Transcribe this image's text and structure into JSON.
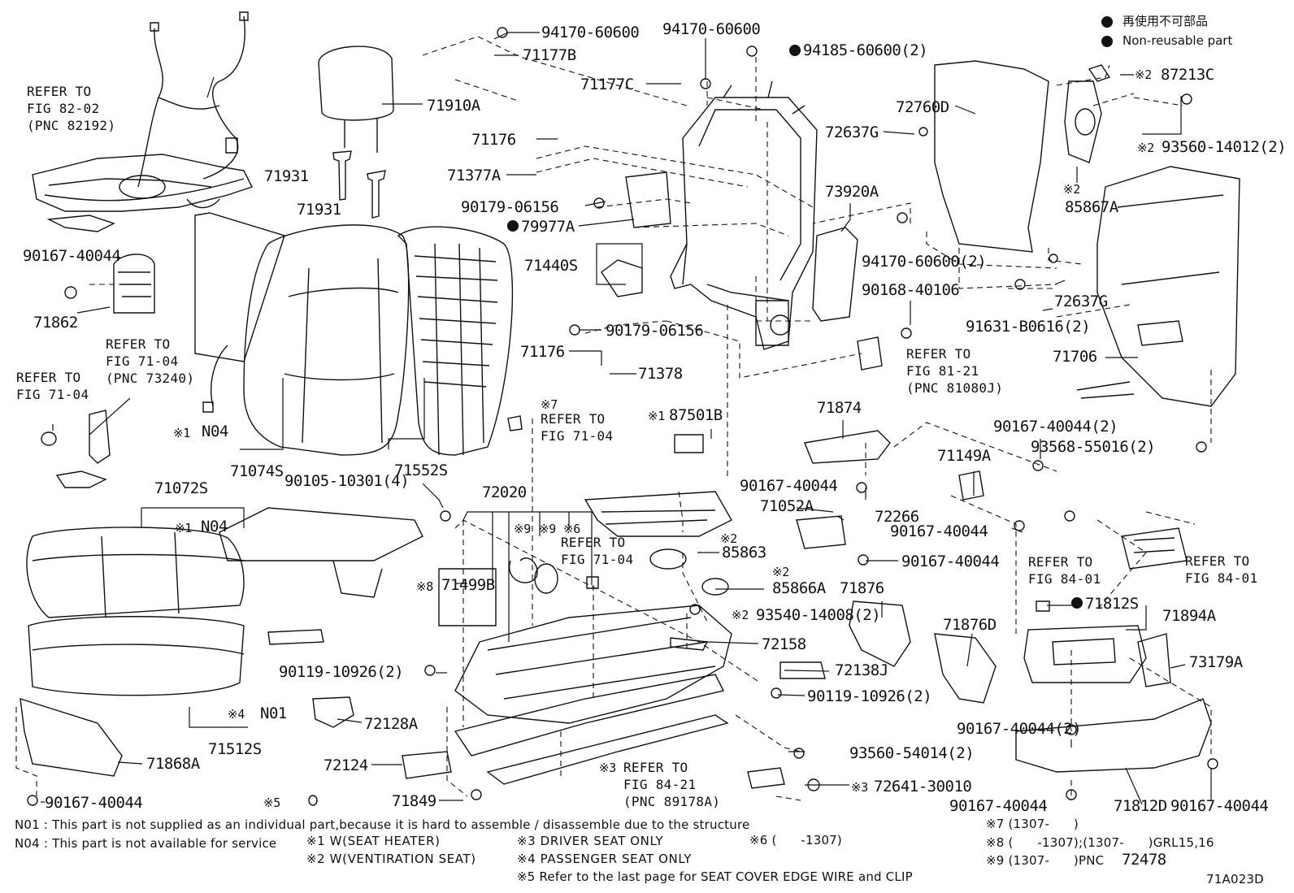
{
  "legend": {
    "japanese": "再使用不可部品",
    "english": "Non-reusable part",
    "marker_color": "#111111"
  },
  "parts": {
    "p94170_60600_a": "94170-60600",
    "p71177B": "71177B",
    "p94170_60600_b": "94170-60600",
    "p94185_60600": "94185-60600(2)",
    "p71177C": "71177C",
    "p71910A": "71910A",
    "p71176_a": "71176",
    "p72760D": "72760D",
    "p87213C": "87213C",
    "p93560_14012": "93560-14012(2)",
    "p72637G_a": "72637G",
    "p71377A": "71377A",
    "p71931_a": "71931",
    "p71931_b": "71931",
    "p90179_06156_a": "90179-06156",
    "p79977A": "79977A",
    "p73920A": "73920A",
    "p85867A": "85867A",
    "p90167_40044_a": "90167-40044",
    "p71440S": "71440S",
    "p94170_60600_c": "94170-60600(2)",
    "p72637G_b": "72637G",
    "p90168_40106": "90168-40106",
    "p91631_B0616": "91631-B0616(2)",
    "p71862": "71862",
    "p90179_06156_b": "90179-06156",
    "p71706": "71706",
    "p71176_b": "71176",
    "p71378": "71378",
    "p87501B": "87501B",
    "p71874": "71874",
    "pN04_a": "N04",
    "p90167_40044_2a": "90167-40044(2)",
    "p71074S": "71074S",
    "p71552S": "71552S",
    "p93568_55016": "93568-55016(2)",
    "p71149A": "71149A",
    "p90105_10301": "90105-10301(4)",
    "p72020": "72020",
    "p71072S": "71072S",
    "p90167_40044_b": "90167-40044",
    "p71052A": "71052A",
    "p72266": "72266",
    "pN04_b": "N04",
    "p90167_40044_c": "90167-40044",
    "p85863": "85863",
    "p90167_40044_d": "90167-40044",
    "p71499B": "71499B",
    "p85866A": "85866A",
    "p71876": "71876",
    "p93540_14008": "93540-14008(2)",
    "p71812S": "71812S",
    "p71894A": "71894A",
    "p72158": "72158",
    "p71876D": "71876D",
    "p72138J": "72138J",
    "p73179A": "73179A",
    "p90119_10926_a": "90119-10926(2)",
    "p90119_10926_b": "90119-10926(2)",
    "pN01": "N01",
    "p72128A": "72128A",
    "p71512S": "71512S",
    "p90167_40044_2b": "90167-40044(2)",
    "p93560_54014": "93560-54014(2)",
    "p71868A": "71868A",
    "p72124": "72124",
    "p72641_30010": "72641-30010",
    "p90167_40044_e": "90167-40044",
    "p71849": "71849",
    "p90167_40044_f": "90167-40044",
    "p71812D": "71812D",
    "p90167_40044_g": "90167-40044"
  },
  "marks": {
    "m1": "※1",
    "m2": "※2",
    "m3": "※3",
    "m4": "※4",
    "m5": "※5",
    "m6": "※6",
    "m7": "※7",
    "m8": "※8",
    "m9": "※9"
  },
  "refs": {
    "r_82_02": "REFER TO\nFIG 82-02\n(PNC 82192)",
    "r_71_04_pnc": "REFER TO\nFIG 71-04\n(PNC 73240)",
    "r_71_04_a": "REFER TO\nFIG 71-04",
    "r_71_04_b": "REFER TO\nFIG 71-04",
    "r_71_04_c": "REFER TO\nFIG 71-04",
    "r_81_21": "REFER TO\nFIG 81-21\n(PNC 81080J)",
    "r_84_01_a": "REFER TO\nFIG 84-01",
    "r_84_01_b": "REFER TO\nFIG 84-01",
    "r_84_21": "REFER TO\nFIG 84-21\n(PNC 89178A)"
  },
  "notes": {
    "n01": "N01 : This part is not supplied as an individual part,because it is hard to assemble / disassemble due to the structure",
    "n04": "N04 : This part is not available for service",
    "s1": "※1  W(SEAT  HEATER)",
    "s2": "※2  W(VENTIRATION  SEAT)",
    "s3": "※3  DRIVER SEAT ONLY",
    "s4": "※4  PASSENGER  SEAT ONLY",
    "s5": "※5 Refer to the last page for SEAT COVER EDGE WIRE and CLIP",
    "s6": "※6 (      -1307)",
    "s7": "※7 (1307-      )",
    "s8": "※8 (      -1307);(1307-      )GRL15,16",
    "s9": "※9 (1307-      )PNC",
    "s9_pnc": "72478",
    "figure_id": "71A023D"
  }
}
